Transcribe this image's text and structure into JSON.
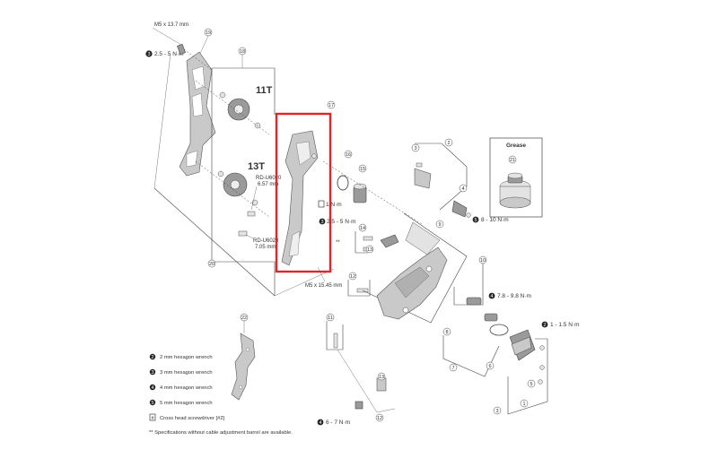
{
  "labels": {
    "bolt_top": "M5 x 13.7 mm",
    "bolt_mid": "M5 x 15.45 mm",
    "pulley_upper": "11T",
    "pulley_lower": "13T",
    "spacer_a_model": "RD-U6020",
    "spacer_a_size": "6.57 mm",
    "spacer_b_model": "RD-U6020",
    "spacer_b_size": "7.05 mm",
    "grease": "Grease",
    "double_star": "**"
  },
  "torques": {
    "t1": {
      "tool": "3",
      "value": "2.5 - 5 N·m"
    },
    "t2": {
      "tool": "",
      "value": "1 N·m"
    },
    "t3": {
      "tool": "3",
      "value": "2.5 - 5 N·m"
    },
    "t4": {
      "tool": "5",
      "value": "8 - 10 N·m"
    },
    "t5": {
      "tool": "4",
      "value": "7.8 - 9.8 N·m"
    },
    "t6": {
      "tool": "2",
      "value": "1 - 1.5 N·m"
    },
    "t7": {
      "tool": "4",
      "value": "6 - 7 N·m"
    }
  },
  "callouts": [
    "1",
    "2",
    "3",
    "4",
    "5",
    "6",
    "7",
    "8",
    "9",
    "10",
    "11",
    "12",
    "13",
    "14",
    "15",
    "16",
    "17",
    "18",
    "19",
    "20",
    "21",
    "22"
  ],
  "legend": [
    {
      "icon": "2",
      "text": "2 mm hexagon wrench"
    },
    {
      "icon": "3",
      "text": "3 mm hexagon wrench"
    },
    {
      "icon": "4",
      "text": "4 mm hexagon wrench"
    },
    {
      "icon": "5",
      "text": "5 mm hexagon wrench"
    },
    {
      "icon": "#",
      "text": "Cross head screwdriver [#2]"
    }
  ],
  "note": "** Specifications without cable adjustment barrel are available.",
  "colors": {
    "highlight": "#e0262b",
    "part_fill": "#c9c9c9",
    "line": "#444444"
  }
}
